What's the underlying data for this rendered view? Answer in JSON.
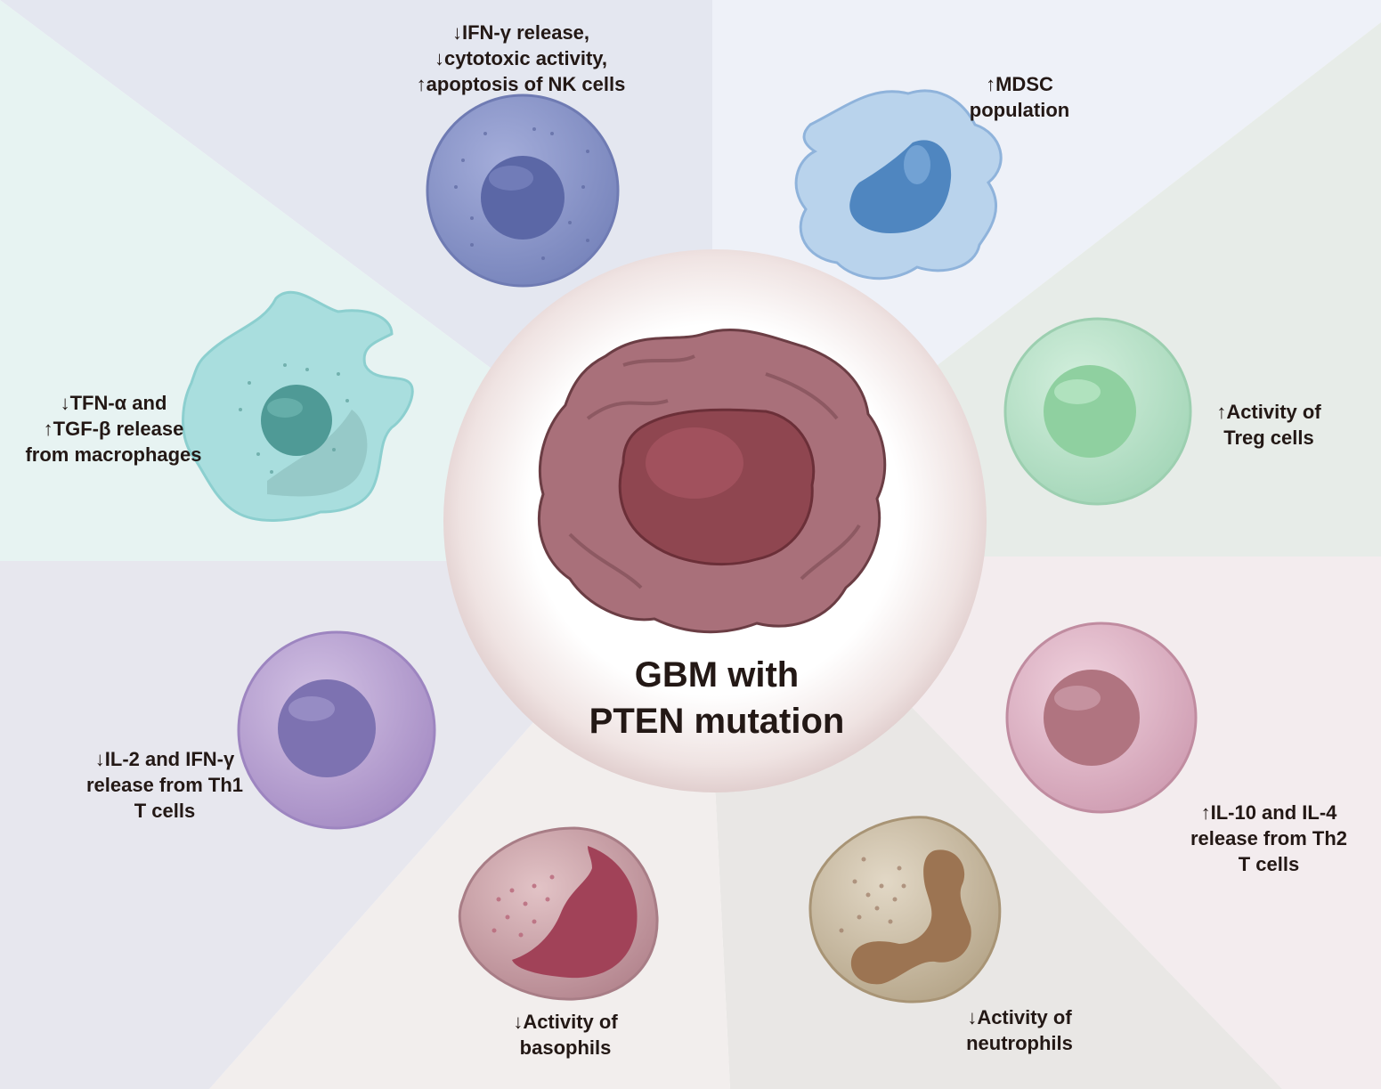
{
  "center": {
    "title_lines": [
      "GBM with",
      "PTEN mutation"
    ]
  },
  "cells": {
    "nk": {
      "lines": [
        "↓IFN-γ release,",
        "↓cytotoxic activity,",
        "↑apoptosis of NK cells"
      ],
      "color": "#8f9bc8"
    },
    "mdsc": {
      "lines": [
        "↑MDSC",
        "population"
      ],
      "color": "#a9c8e8"
    },
    "treg": {
      "lines": [
        "↑Activity of",
        "Treg cells"
      ],
      "color": "#a8dcc0"
    },
    "th2": {
      "lines": [
        "↑IL-10 and IL-4",
        "release from Th2",
        "T cells"
      ],
      "color": "#d9a6bb"
    },
    "neutrophil": {
      "lines": [
        "↓Activity of",
        "neutrophils"
      ],
      "color": "#cdbfa6"
    },
    "basophil": {
      "lines": [
        "↓Activity of",
        "basophils"
      ],
      "color": "#c9a1a8"
    },
    "th1": {
      "lines": [
        "↓IL-2 and IFN-γ",
        "release from Th1",
        "T cells"
      ],
      "color": "#b9a2d0"
    },
    "macrophage": {
      "lines": [
        "↓TFN-α and",
        "↑TGF-β release",
        "from macrophages"
      ],
      "color": "#9fd8d8"
    }
  }
}
